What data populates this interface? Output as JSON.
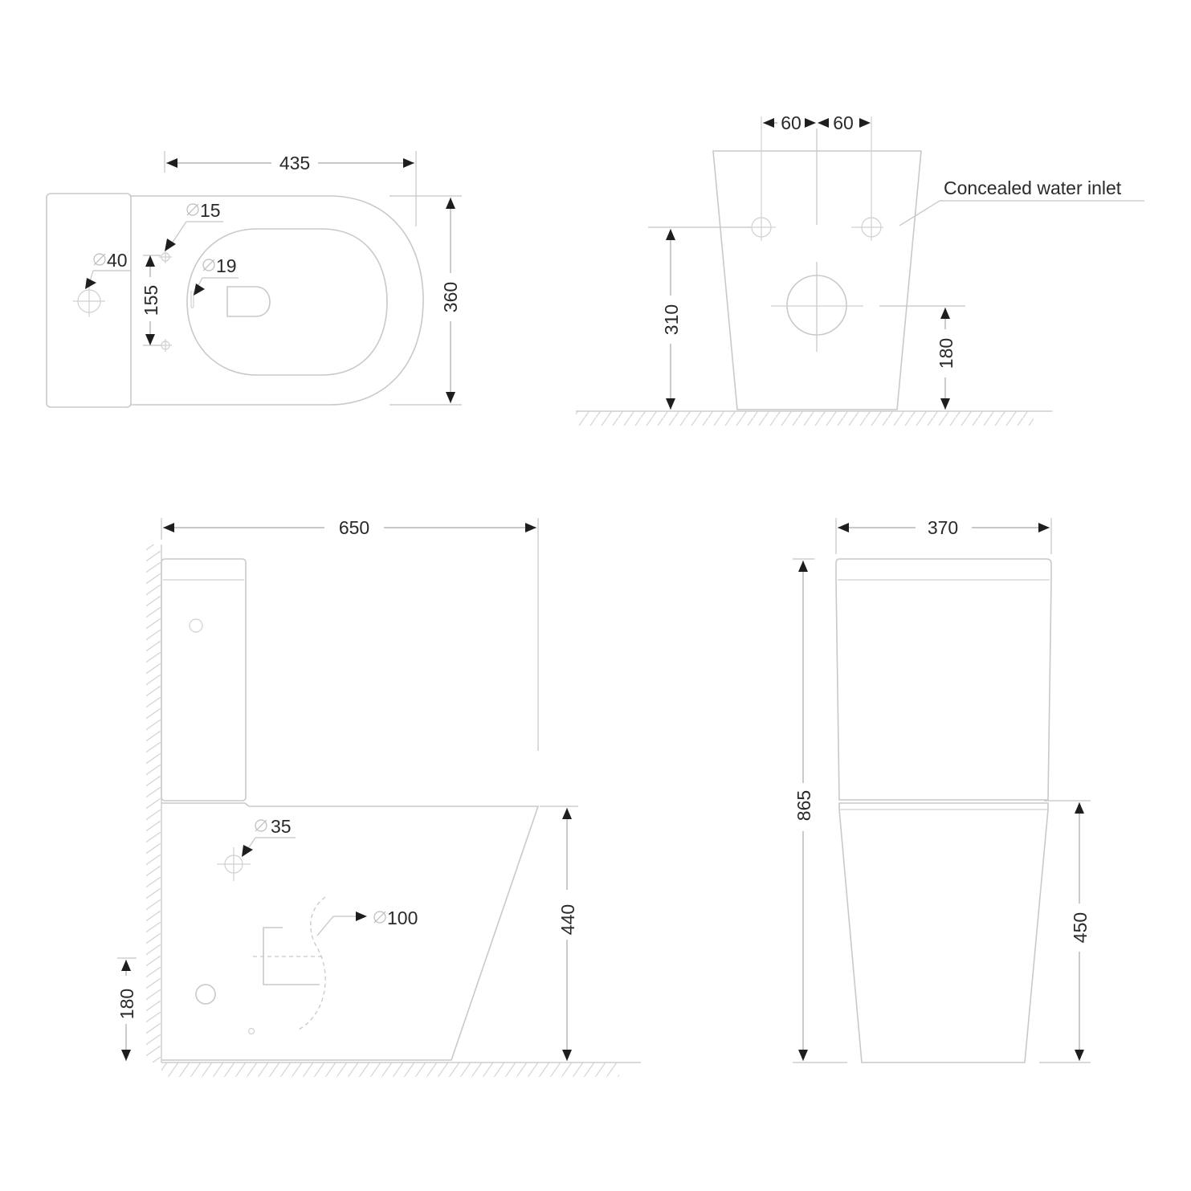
{
  "top_view": {
    "width_435": "435",
    "depth_360": "360",
    "dia_15": "15",
    "dia_40": "40",
    "dia_19": "19",
    "spacing_155": "155"
  },
  "rear_view": {
    "left_60": "60",
    "right_60": "60",
    "inlet_height_310": "310",
    "outlet_height_180": "180",
    "callout": "Concealed water inlet"
  },
  "side_view": {
    "length_650": "650",
    "seat_height_440": "440",
    "floor_180": "180",
    "dia_35": "35",
    "dia_100": "100"
  },
  "front_view": {
    "width_370": "370",
    "height_865": "865",
    "bowl_height_450": "450"
  }
}
